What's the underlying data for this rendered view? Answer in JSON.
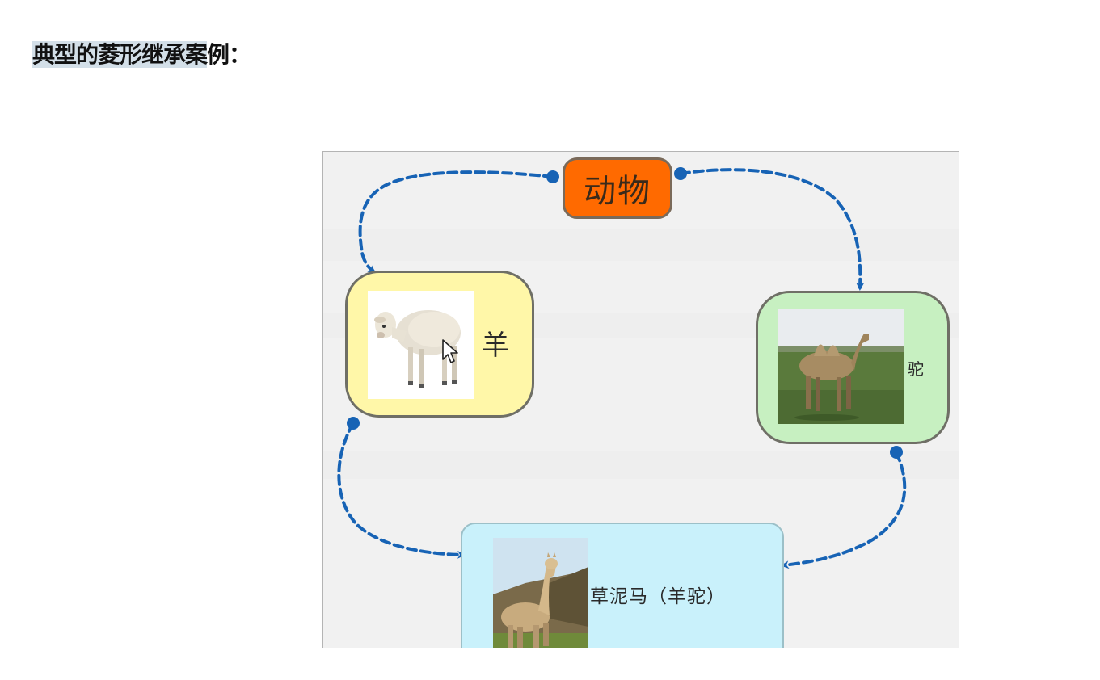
{
  "heading": {
    "highlighted": "典型的菱形继承案",
    "rest": "例："
  },
  "diagram": {
    "nodes": {
      "animal": {
        "label": "动物",
        "color": "#ff6a00"
      },
      "sheep": {
        "label": "羊",
        "color": "#fff7a8",
        "image": "sheep-photo"
      },
      "camel": {
        "label": "驼",
        "color": "#c7f0c1",
        "image": "camel-photo"
      },
      "alpaca": {
        "label": "草泥马（羊驼）",
        "color": "#c9f1fb",
        "image": "alpaca-photo"
      }
    },
    "links": [
      {
        "from": "animal",
        "to": "sheep",
        "style": "dashed"
      },
      {
        "from": "animal",
        "to": "camel",
        "style": "dashed"
      },
      {
        "from": "sheep",
        "to": "alpaca",
        "style": "dashed"
      },
      {
        "from": "camel",
        "to": "alpaca",
        "style": "dashed"
      }
    ],
    "link_color": "#1763b5"
  }
}
